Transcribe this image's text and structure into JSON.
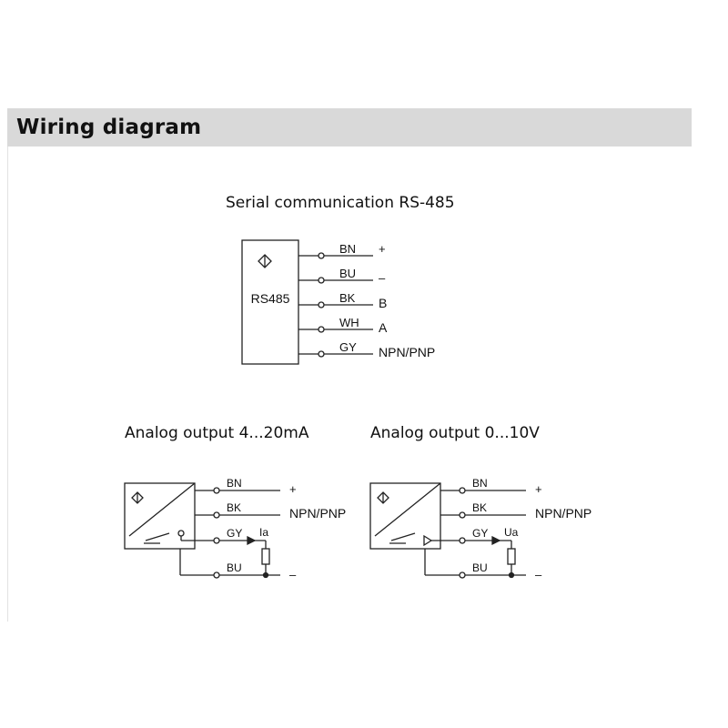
{
  "header": {
    "title": "Wiring diagram"
  },
  "rs485": {
    "title": "Serial communication RS-485",
    "device_label": "RS485",
    "wires": [
      {
        "color": "BN",
        "signal": "+"
      },
      {
        "color": "BU",
        "signal": "–"
      },
      {
        "color": "BK",
        "signal": "B"
      },
      {
        "color": "WH",
        "signal": "A"
      },
      {
        "color": "GY",
        "signal": "NPN/PNP"
      }
    ]
  },
  "analog_current": {
    "title": "Analog output 4...20mA",
    "wires": [
      {
        "color": "BN",
        "signal": "+"
      },
      {
        "color": "BK",
        "signal": "NPN/PNP"
      },
      {
        "color": "GY",
        "signal": "Ia"
      },
      {
        "color": "BU",
        "signal": "–"
      }
    ]
  },
  "analog_voltage": {
    "title": "Analog output 0...10V",
    "wires": [
      {
        "color": "BN",
        "signal": "+"
      },
      {
        "color": "BK",
        "signal": "NPN/PNP"
      },
      {
        "color": "GY",
        "signal": "Ua"
      },
      {
        "color": "BU",
        "signal": "–"
      }
    ]
  }
}
